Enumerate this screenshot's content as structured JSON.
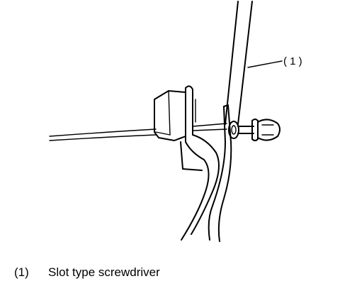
{
  "figure": {
    "callout_label": "( 1 )"
  },
  "legend": {
    "items": [
      {
        "number": "(1)",
        "text": "Slot type screwdriver"
      }
    ]
  },
  "colors": {
    "ink": "#000000",
    "background": "#ffffff"
  }
}
